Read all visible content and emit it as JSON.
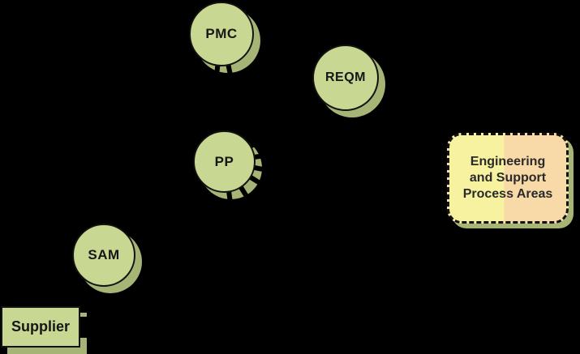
{
  "canvas": {
    "background": "#000000"
  },
  "colors": {
    "node_fill": "#c8d791",
    "node_border": "#121212",
    "shadow_olive": "#a6b476",
    "legend_yellow": "#f7f2a0",
    "legend_peach": "#f8d9a8",
    "text": "#161616"
  },
  "nodes": [
    {
      "id": "pmc",
      "label": "PMC"
    },
    {
      "id": "reqm",
      "label": "REQM"
    },
    {
      "id": "pp",
      "label": "PP"
    },
    {
      "id": "sam",
      "label": "SAM"
    }
  ],
  "supplier_box": {
    "label": "Supplier"
  },
  "legend_box": {
    "lines": [
      "Engineering",
      "and Support",
      "Process Areas"
    ]
  }
}
